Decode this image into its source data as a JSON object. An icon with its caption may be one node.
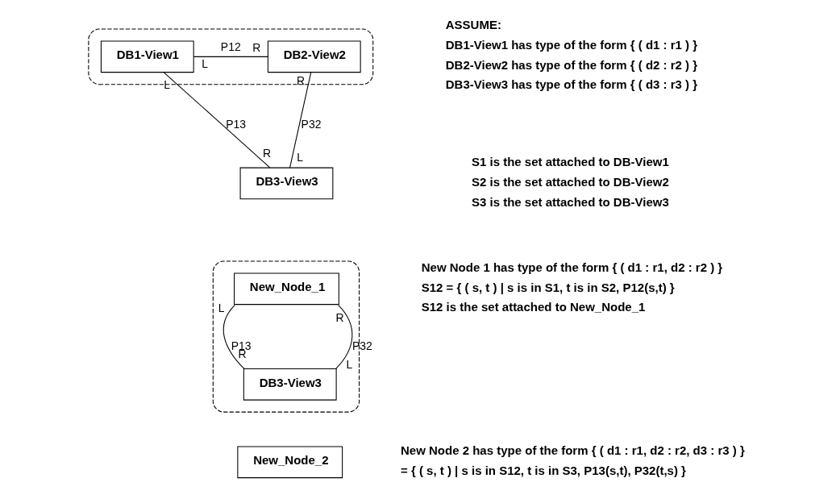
{
  "diagram": {
    "nodes": [
      {
        "text": [],
        "shape": "box"
      },
      {
        "text": [
          "DB1-View1"
        ],
        "in": 0
      },
      {
        "text": [
          "DB2-View2"
        ],
        "in": 0
      },
      {
        "text": [
          "DB3-View3"
        ]
      },
      {
        "text": [],
        "shape": "box"
      },
      {
        "text": [
          "New_Node_1"
        ],
        "in": 4
      },
      {
        "text": [
          "DB3-View3"
        ],
        "in": 4
      },
      {
        "text": [
          "New_Node_2"
        ]
      }
    ],
    "edges": [
      {
        "from": 1,
        "to": 2,
        "arrow": "none",
        "label": "P12"
      },
      {
        "from": 1,
        "to": 3,
        "arrow": "none",
        "label": "P13"
      },
      {
        "from": 2,
        "to": 3,
        "arrow": "none",
        "label": "P32"
      },
      {
        "from": 5,
        "to": 6,
        "arrow": "none",
        "label": "P13"
      },
      {
        "from": 5,
        "to": 6,
        "arrow": "none",
        "label": "P32"
      }
    ],
    "labels": [
      "L",
      "R",
      "L",
      "R",
      "R",
      "L",
      "L",
      "R",
      "R",
      "L",
      "ASSUME:",
      "DB1-View1 has type of the form { ( d1 : r1 ) }",
      "DB2-View2 has type of the form { ( d2 : r2 ) }",
      "DB3-View3 has type of the form { ( d3 : r3 ) }",
      "S1 is the set attached to DB-View1",
      "S2 is the set attached to DB-View2",
      "S3 is the set attached to DB-View3",
      "New Node 1 has type of the form { ( d1 : r1, d2 : r2 ) }",
      "S12 = { ( s, t ) | s is in S1, t is in S2, P12(s,t) }",
      "S12 is the set attached to New_Node_1",
      "New Node 2 has type of the form { ( d1 : r1, d2 : r2, d3 : r3 ) }",
      "= { ( s, t ) | s is in S12, t is in S3, P13(s,t), P32(t,s) }"
    ]
  }
}
